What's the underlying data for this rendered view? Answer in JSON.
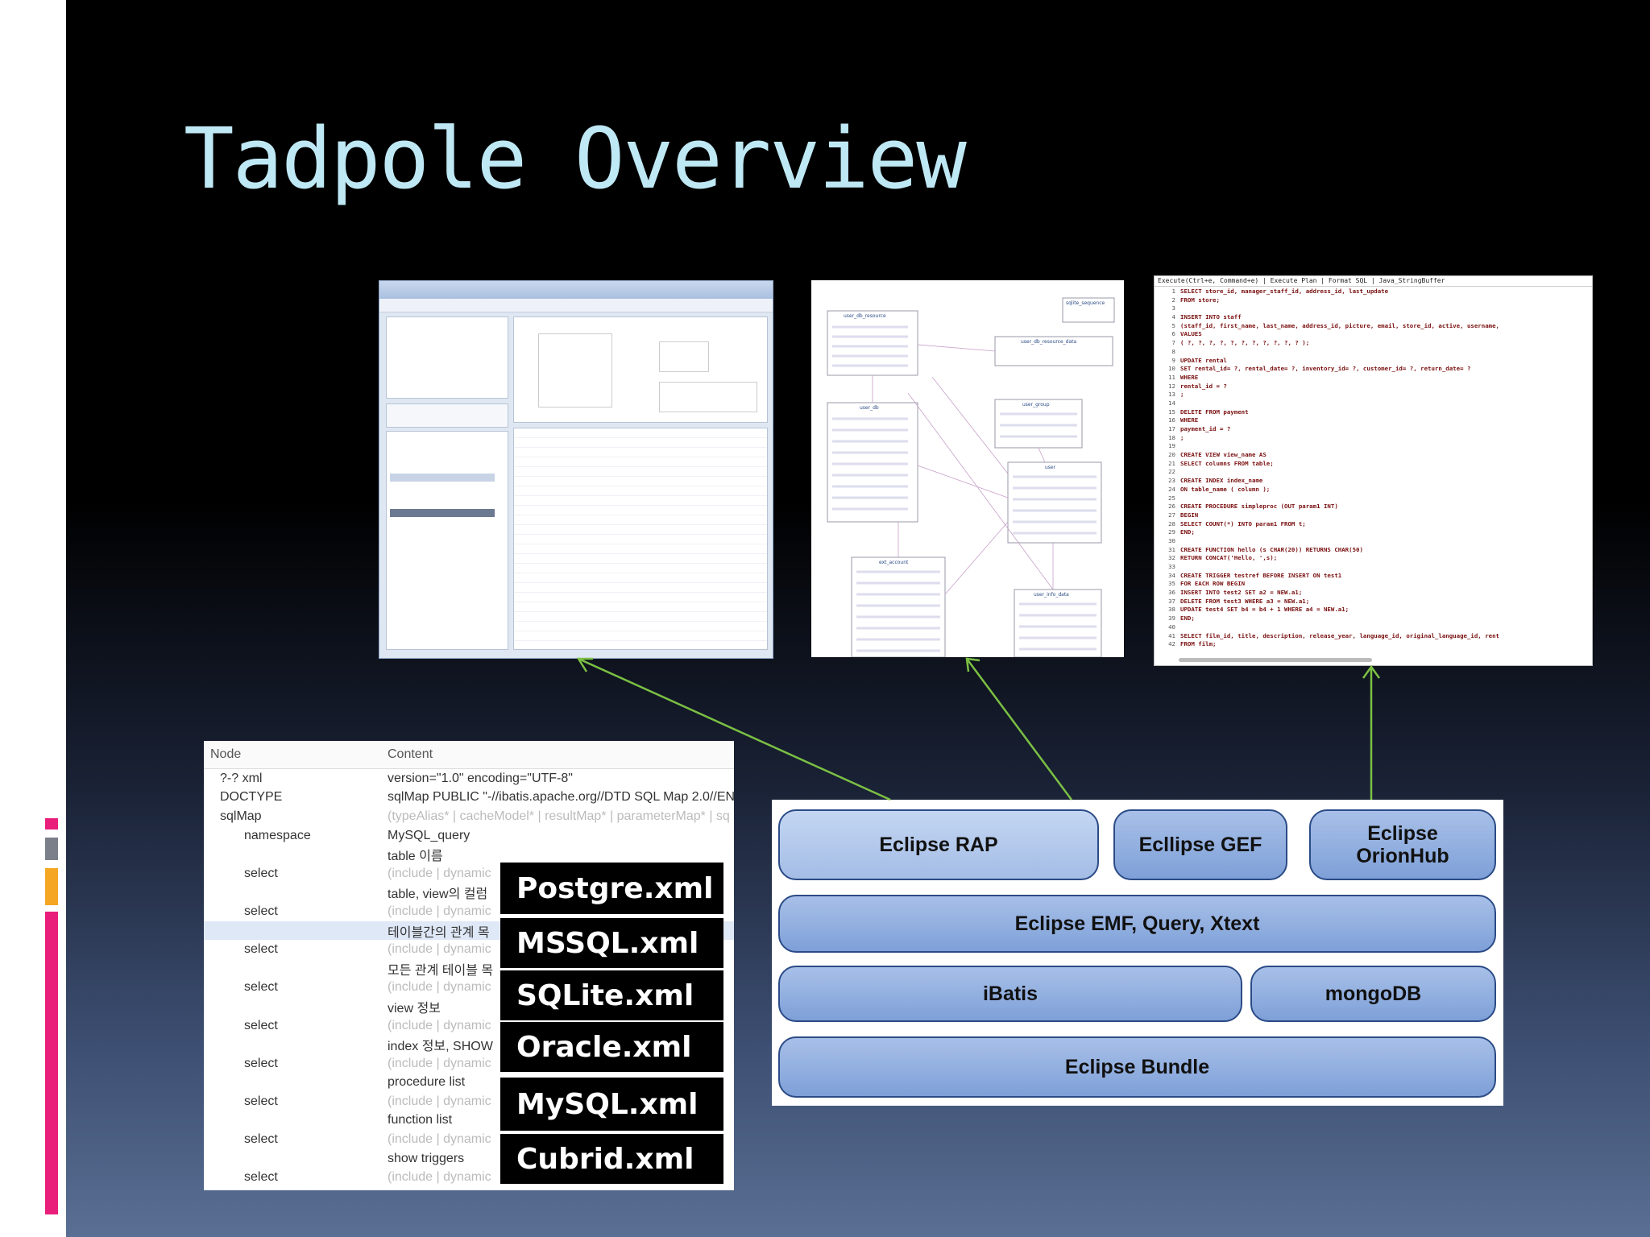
{
  "slide": {
    "title": "Tadpole Overview"
  },
  "xml_tree": {
    "headers": {
      "node": "Node",
      "content": "Content"
    },
    "rows": [
      {
        "node": "?-? xml",
        "content": "version=\"1.0\" encoding=\"UTF-8\""
      },
      {
        "node": "DOCTYPE",
        "content": "sqlMap PUBLIC \"-//ibatis.apache.org//DTD SQL Map 2.0//EN\""
      },
      {
        "node": "sqlMap",
        "content": "(typeAlias* | cacheModel* | resultMap* | parameterMap* | sq"
      },
      {
        "node": "namespace",
        "content": "MySQL_query"
      },
      {
        "node": "",
        "content": "table 이름"
      },
      {
        "node": "select",
        "content": "(include | dynamic"
      },
      {
        "node": "",
        "content": "table, view의 컬럼"
      },
      {
        "node": "select",
        "content": "(include | dynamic"
      },
      {
        "node": "",
        "content": "테이블간의 관계 목"
      },
      {
        "node": "select",
        "content": "(include | dynamic"
      },
      {
        "node": "",
        "content": "모든 관계 테이블 목"
      },
      {
        "node": "select",
        "content": "(include | dynamic"
      },
      {
        "node": "",
        "content": "view 정보"
      },
      {
        "node": "select",
        "content": "(include | dynamic"
      },
      {
        "node": "",
        "content": "index 정보, SHOW"
      },
      {
        "node": "select",
        "content": "(include | dynamic"
      },
      {
        "node": "",
        "content": "procedure list"
      },
      {
        "node": "select",
        "content": "(include | dynamic"
      },
      {
        "node": "",
        "content": "function list"
      },
      {
        "node": "select",
        "content": "(include | dynamic"
      },
      {
        "node": "",
        "content": "show triggers"
      },
      {
        "node": "select",
        "content": "(include | dynamic"
      }
    ]
  },
  "xml_files": [
    "Postgre.xml",
    "MSSQL.xml",
    "SQLite.xml",
    "Oracle.xml",
    "MySQL.xml",
    "Cubrid.xml"
  ],
  "architecture": {
    "eclipse_rap": "Eclipse RAP",
    "eclipse_gef": "Ecllipse GEF",
    "eclipse_orionhub": "Eclipse OrionHub",
    "eclipse_emf": "Eclipse EMF, Query, Xtext",
    "ibatis": "iBatis",
    "mongodb": "mongoDB",
    "eclipse_bundle": "Eclipse Bundle"
  },
  "sql_editor": {
    "toolbar": "Execute(Ctrl+e, Command+e) | Execute Plan | Format SQL | Java_StringBuffer",
    "lines": [
      "SELECT store_id, manager_staff_id, address_id, last_update",
      "FROM store;",
      "",
      "INSERT INTO staff",
      "(staff_id, first_name, last_name, address_id, picture, email, store_id, active, username,",
      "VALUES",
      "( ?, ?, ?, ?, ?, ?, ?, ?, ?, ?, ? );",
      "",
      "UPDATE rental",
      "SET rental_id= ?, rental_date= ?, inventory_id= ?, customer_id= ?, return_date= ?",
      "WHERE",
      "  rental_id = ?",
      ";",
      "",
      "DELETE FROM payment",
      "WHERE",
      "  payment_id = ?",
      ";",
      "",
      "CREATE VIEW  view_name  AS",
      "SELECT  columns  FROM  table;",
      "",
      "CREATE INDEX  index_name",
      "  ON table_name ( column );",
      "",
      "CREATE PROCEDURE simpleproc (OUT param1 INT)",
      "BEGIN",
      "  SELECT COUNT(*) INTO param1 FROM t;",
      "END;",
      "",
      "CREATE FUNCTION hello (s CHAR(20)) RETURNS CHAR(50)",
      "RETURN CONCAT('Hello, ',s);",
      "",
      "CREATE TRIGGER testref BEFORE INSERT ON test1",
      "  FOR EACH ROW BEGIN",
      "    INSERT INTO test2 SET a2 = NEW.a1;",
      "    DELETE FROM test3 WHERE a3 = NEW.a1;",
      "    UPDATE test4 SET b4 = b4 + 1 WHERE a4 = NEW.a1;",
      "  END;",
      "",
      "SELECT film_id, title, description, release_year, language_id, original_language_id, rent",
      "FROM film;"
    ]
  },
  "erd": {
    "tables": [
      "user_db_resource",
      "sqlite_sequence",
      "user_db_resource_data",
      "user_db",
      "user_group",
      "user",
      "ext_account",
      "user_info_data"
    ]
  },
  "colors": {
    "title": "#bfe8f5",
    "arrow": "#7bc043",
    "block_border": "#2b4b86"
  }
}
